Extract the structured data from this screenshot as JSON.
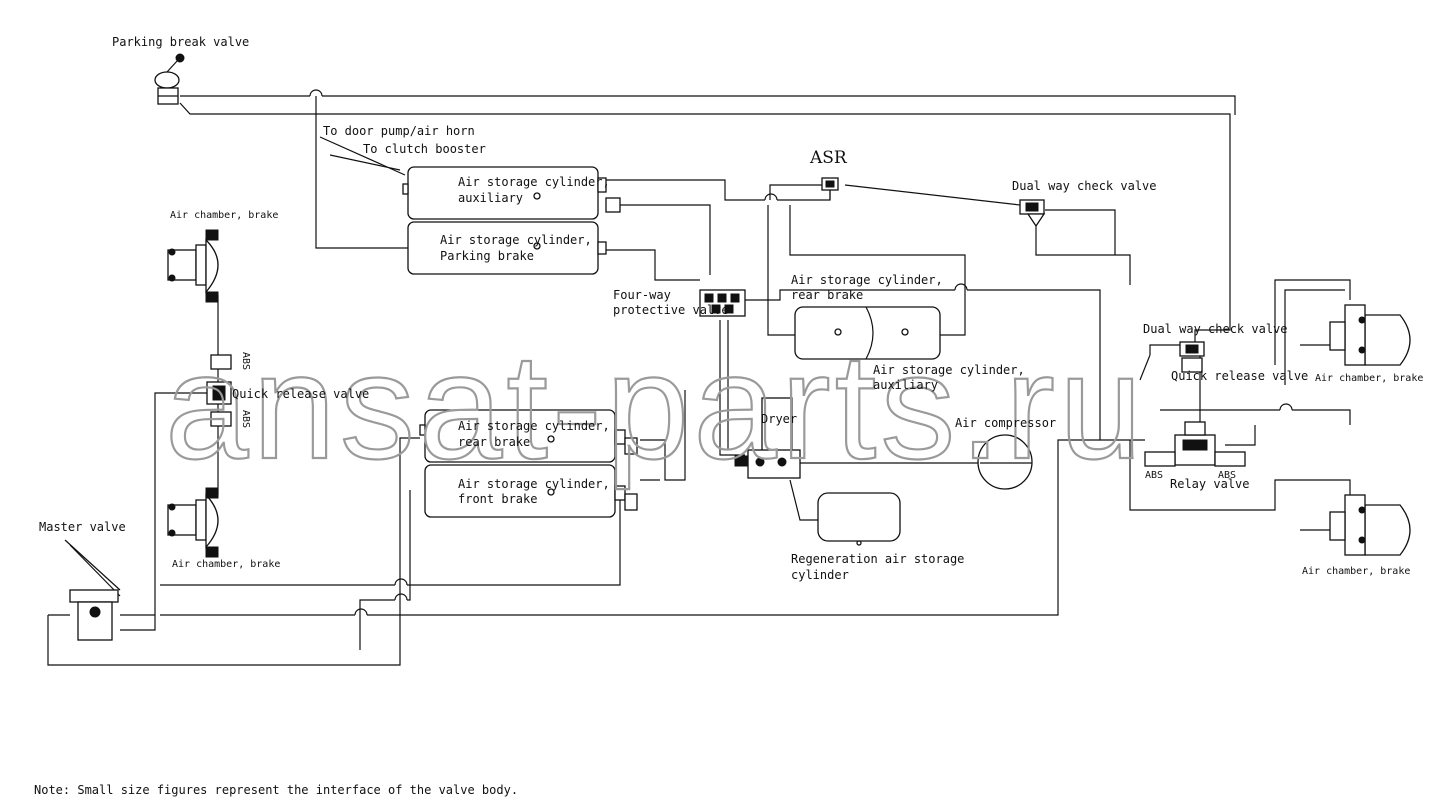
{
  "labels": {
    "parking_valve": "Parking break valve",
    "to_door_pump": "To door pump/air horn",
    "to_clutch": "To clutch booster",
    "asr": "ASR",
    "dual_check_top": "Dual way check valve",
    "dual_check_right": "Dual way check valve",
    "aux_tank_1": "Air storage cylinder,",
    "aux_tank_2": "auxiliary",
    "park_tank_1": "Air storage cylinder,",
    "park_tank_2": "Parking brake",
    "chamber_tl": "Air chamber, brake",
    "chamber_bl": "Air chamber, brake",
    "chamber_tr": "Air chamber, brake",
    "chamber_br": "Air chamber, brake",
    "fourway_1": "Four-way",
    "fourway_2": "protective valve",
    "rear_mid_1": "Air storage cylinder,",
    "rear_mid_2": "rear brake",
    "aux_mid_1": "Air storage cylinder,",
    "aux_mid_2": "auxiliary",
    "quick_left": "Quick release valve",
    "quick_right": "Quick release valve",
    "rear_low_1": "Air storage cylinder,",
    "rear_low_2": "rear brake",
    "front_low_1": "Air storage cylinder,",
    "front_low_2": "front brake",
    "dryer": "Dryer",
    "compressor": "Air compressor",
    "regen_1": "Regeneration air storage",
    "regen_2": "cylinder",
    "master": "Master valve",
    "relay": "Relay valve",
    "abs_1": "ABS",
    "abs_2": "ABS",
    "abs_3": "ABS",
    "abs_4": "ABS",
    "note": "Note: Small size figures represent the interface of the valve body.",
    "watermark": "ansat-parts.ru"
  }
}
